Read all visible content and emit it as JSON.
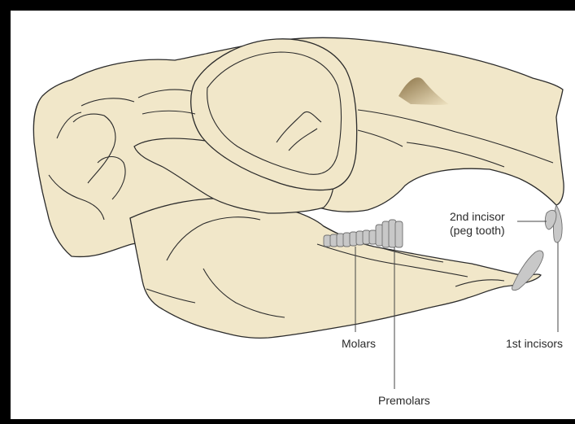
{
  "diagram": {
    "colors": {
      "background": "#000000",
      "panel": "#ffffff",
      "bone": "#f1e7c9",
      "outline": "#2b2b2b",
      "tooth": "#c8c8c8",
      "shadow": "#a08a5e"
    },
    "labels": {
      "molars": "Molars",
      "premolars": "Premolars",
      "incisors_1st": "1st incisors",
      "incisor_2nd_line1": "2nd incisor",
      "incisor_2nd_line2": "(peg tooth)"
    }
  }
}
